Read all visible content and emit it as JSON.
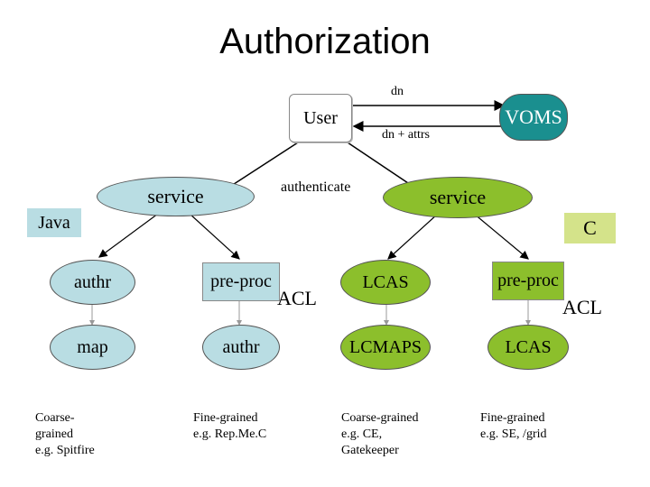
{
  "title": "Authorization",
  "top": {
    "user": "User",
    "voms": "VOMS",
    "dn": "dn",
    "dn_attrs": "dn + attrs",
    "authenticate": "authenticate"
  },
  "left": {
    "service": "service",
    "java": "Java",
    "authr": "authr",
    "map": "map",
    "pre_proc": "pre-proc",
    "acl": "ACL",
    "authr2": "authr",
    "note_coarse": "Coarse-\ngrained\ne.g. Spitfire",
    "note_fine": "Fine-grained\ne.g. Rep.Me.C"
  },
  "right": {
    "service": "service",
    "c": "C",
    "lcas": "LCAS",
    "lcmaps": "LCMAPS",
    "pre_proc": "pre-proc",
    "acl": "ACL",
    "lcas2": "LCAS",
    "note_coarse": "Coarse-grained\ne.g. CE,\nGatekeeper",
    "note_fine": "Fine-grained\ne.g. SE, /grid"
  },
  "colors": {
    "light_blue": "#b9dde3",
    "green": "#8cbf2c",
    "teal": "#1a8f8f",
    "lime": "#d4e38a"
  }
}
